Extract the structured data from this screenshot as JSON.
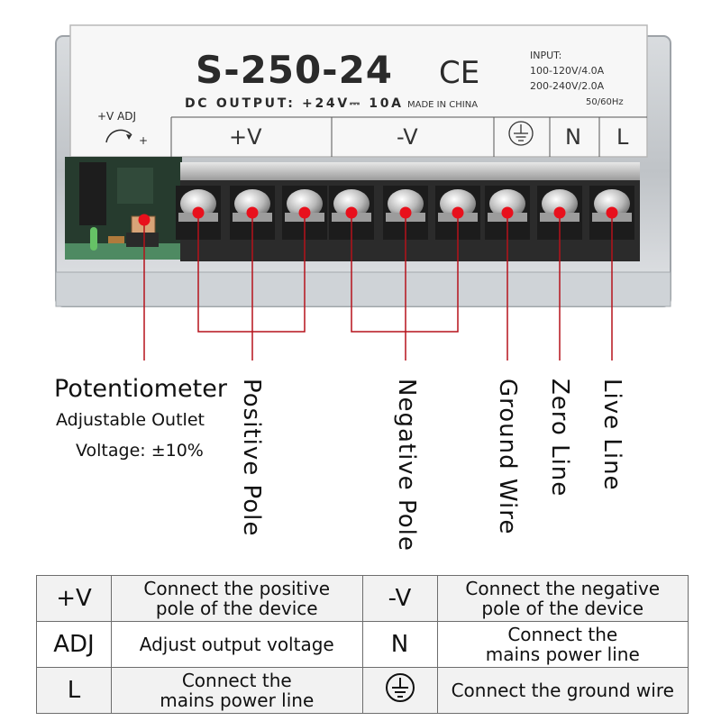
{
  "device": {
    "model": "S-250-24",
    "ce_mark": "CE",
    "dc_output": "DC  OUTPUT: +24V⎓ 10A",
    "made_in": "MADE IN CHINA",
    "input_title": "INPUT:",
    "input_line1": "100-120V/4.0A",
    "input_line2": "200-240V/2.0A",
    "input_freq": "50/60Hz",
    "adj_label": "+V ADJ",
    "adj_plus": "+",
    "terminal_pos": "+V",
    "terminal_neg": "-V",
    "terminal_n": "N",
    "terminal_l": "L"
  },
  "callouts": {
    "potentiometer_title": "Potentiometer",
    "potentiometer_line2": "Adjustable Outlet",
    "potentiometer_line3": "Voltage: ±10%",
    "positive_pole": "Positive Pole",
    "negative_pole": "Negative Pole",
    "ground_wire": "Ground Wire",
    "zero_line": "Zero Line",
    "live_line": "Live Line"
  },
  "table": {
    "r1_sym1": "+V",
    "r1_desc1": "Connect the positive\npole of the device",
    "r1_sym2": "-V",
    "r1_desc2": "Connect the negative\npole of the device",
    "r2_sym1": "ADJ",
    "r2_desc1": "Adjust output voltage",
    "r2_sym2": "N",
    "r2_desc2": "Connect the\nmains power line",
    "r3_sym1": "L",
    "r3_desc1": "Connect the\nmains power line",
    "r3_sym2_icon": "ground-symbol-icon",
    "r3_desc2": "Connect the ground wire"
  },
  "colors": {
    "marker_red": "#e8101c",
    "leader_line": "#b5121b",
    "terminal_block": "#2b2b2b",
    "pcb_green": "#3f7a55"
  }
}
